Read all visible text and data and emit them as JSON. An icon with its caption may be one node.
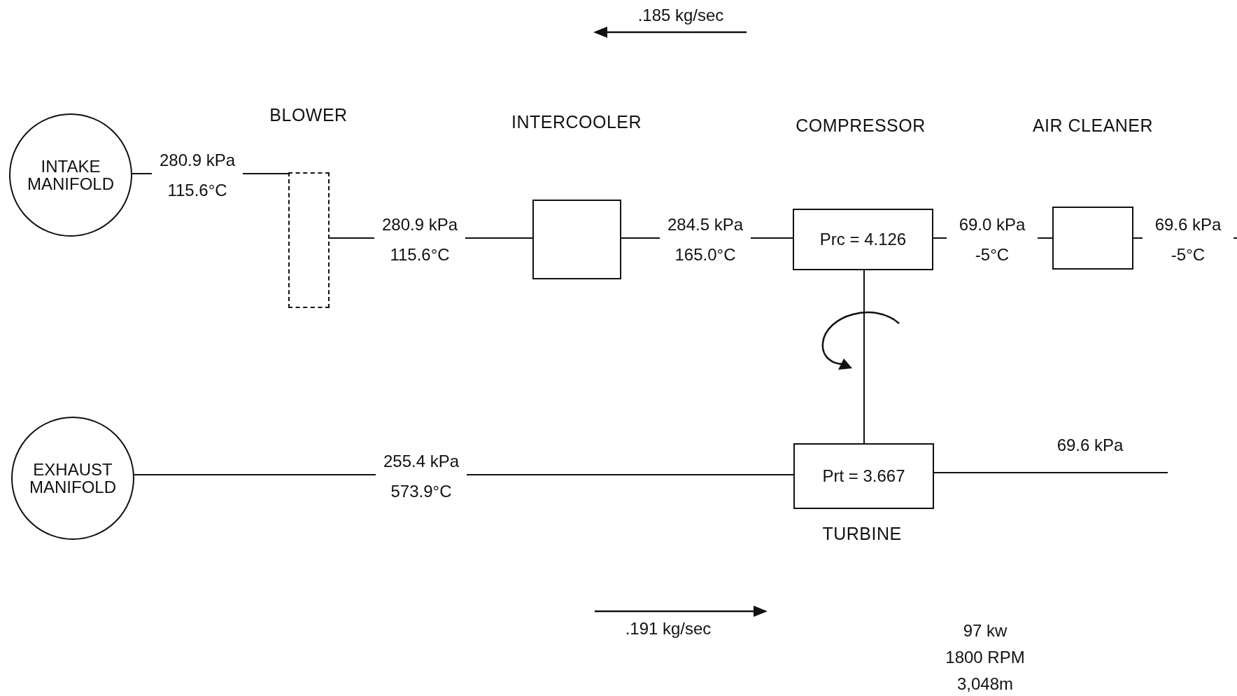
{
  "diagram": {
    "nodes": [
      {
        "text": [
          "INTAKE MANIFOLD"
        ]
      },
      {
        "text": [
          "BLOWER"
        ]
      },
      {
        "text": [
          "INTERCOOLER"
        ]
      },
      {
        "text": [
          "COMPRESSOR",
          "Prc = 4.126"
        ]
      },
      {
        "text": [
          "AIR CLEANER"
        ]
      },
      {
        "text": [
          "EXHAUST MANIFOLD"
        ]
      },
      {
        "text": [
          "Prt = 3.667",
          "TURBINE"
        ]
      }
    ],
    "edges": [
      {
        "from": 0,
        "to": 1,
        "arrow": "none",
        "label": "280.9 kPa 115.6°C"
      },
      {
        "from": 1,
        "to": 2,
        "arrow": "none",
        "label": "280.9 kPa 115.6°C"
      },
      {
        "from": 2,
        "to": 3,
        "arrow": "none",
        "label": "284.5 kPa 165.0°C"
      },
      {
        "from": 3,
        "to": 4,
        "arrow": "none",
        "label": "69.0 kPa -5°C"
      },
      {
        "from": 4,
        "to": null,
        "arrow": "none",
        "label": "69.6 kPa -5°C"
      },
      {
        "from": 3,
        "to": 6,
        "arrow": "none"
      },
      {
        "from": 5,
        "to": 6,
        "arrow": "none",
        "label": "255.4 kPa 573.9°C"
      },
      {
        "from": 6,
        "to": null,
        "arrow": "none",
        "label": "69.6 kPa"
      }
    ],
    "labels": [
      ".185 kg/sec",
      ".191 kg/sec",
      "97 kw",
      "1800 RPM",
      "3,048m"
    ]
  }
}
